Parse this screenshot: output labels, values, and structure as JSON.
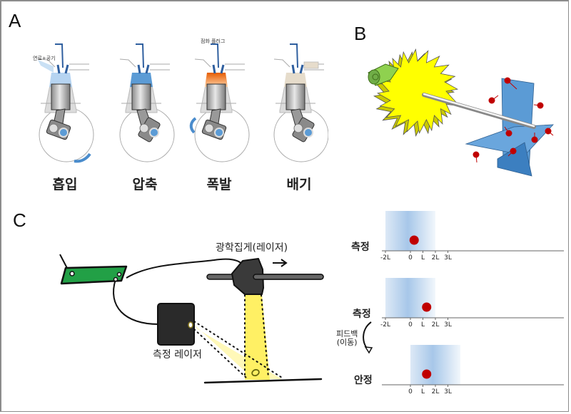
{
  "panels": {
    "A": {
      "letter": "A",
      "annotations": {
        "fuel_air": "연료+공기",
        "spark_plug": "점화 플러그"
      },
      "stages": [
        {
          "label": "흡입",
          "chamber_color": "#a9cdee"
        },
        {
          "label": "압축",
          "chamber_color": "#5b9bd5"
        },
        {
          "label": "폭발",
          "chamber_color": "#e87a2c"
        },
        {
          "label": "배기",
          "chamber_color": "#e6dccb"
        }
      ]
    },
    "B": {
      "letter": "B",
      "colors": {
        "ratchet": "#ffff00",
        "pawl": "#8fd14f",
        "vane": "#5b9bd5",
        "particle": "#c00000"
      }
    },
    "C": {
      "letter": "C",
      "labels": {
        "optical_tweezers": "광학집게(레이저)",
        "measurement_laser": "측정 레이저",
        "move_arrow": "→"
      },
      "plots": [
        {
          "label": "측정",
          "ticks": [
            "-2L",
            "0",
            "L",
            "2L",
            "3L"
          ],
          "tick_values": [
            -2,
            0,
            1,
            2,
            3
          ],
          "particle_x": 0.3,
          "band_center": 0
        },
        {
          "label": "측정",
          "ticks": [
            "-2L",
            "0",
            "L",
            "2L",
            "3L"
          ],
          "tick_values": [
            -2,
            0,
            1,
            2,
            3
          ],
          "particle_x": 1.3,
          "band_center": 0
        },
        {
          "label": "안정",
          "ticks": [
            "0",
            "L",
            "2L",
            "3L"
          ],
          "tick_values": [
            0,
            1,
            2,
            3
          ],
          "particle_x": 1.3,
          "band_center": 2
        }
      ],
      "feedback": {
        "line1": "피드백",
        "line2": "(이동)"
      }
    }
  }
}
